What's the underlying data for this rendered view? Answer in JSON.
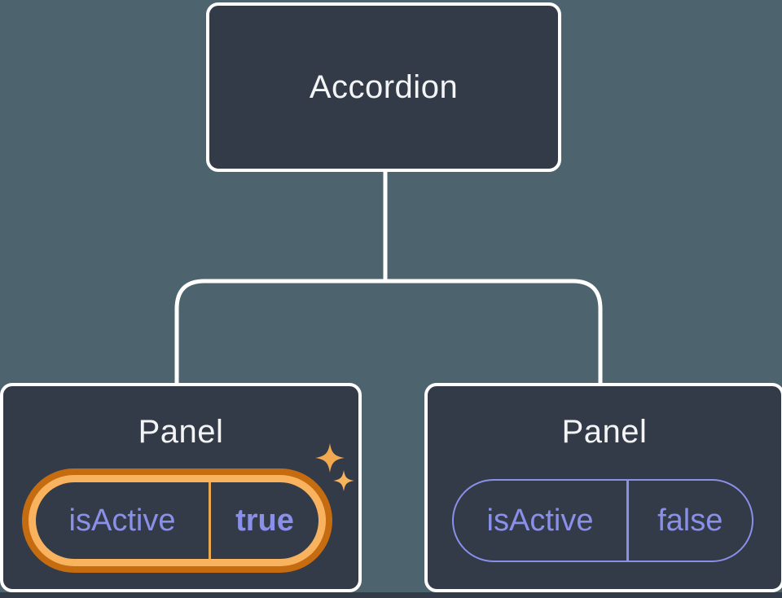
{
  "tree": {
    "root": {
      "label": "Accordion"
    },
    "panels": [
      {
        "title": "Panel",
        "prop_name": "isActive",
        "prop_value": "true",
        "highlighted": true,
        "icon": "sparkles"
      },
      {
        "title": "Panel",
        "prop_name": "isActive",
        "prop_value": "false",
        "highlighted": false
      }
    ]
  },
  "colors": {
    "background": "#4D646E",
    "node-fill": "#343B48",
    "node-border": "#FFFFFF",
    "connector": "#FFFFFF",
    "title-text": "#F3F4F6",
    "prop-text": "#8A90E8",
    "pill-border": "#8A90E8",
    "highlight-outer": "#C56C10",
    "highlight-inner": "#F9B35F",
    "highlight-divider": "#E8A94F",
    "sparkle-large": "#F1A850",
    "sparkle-small": "#F6B45C"
  }
}
